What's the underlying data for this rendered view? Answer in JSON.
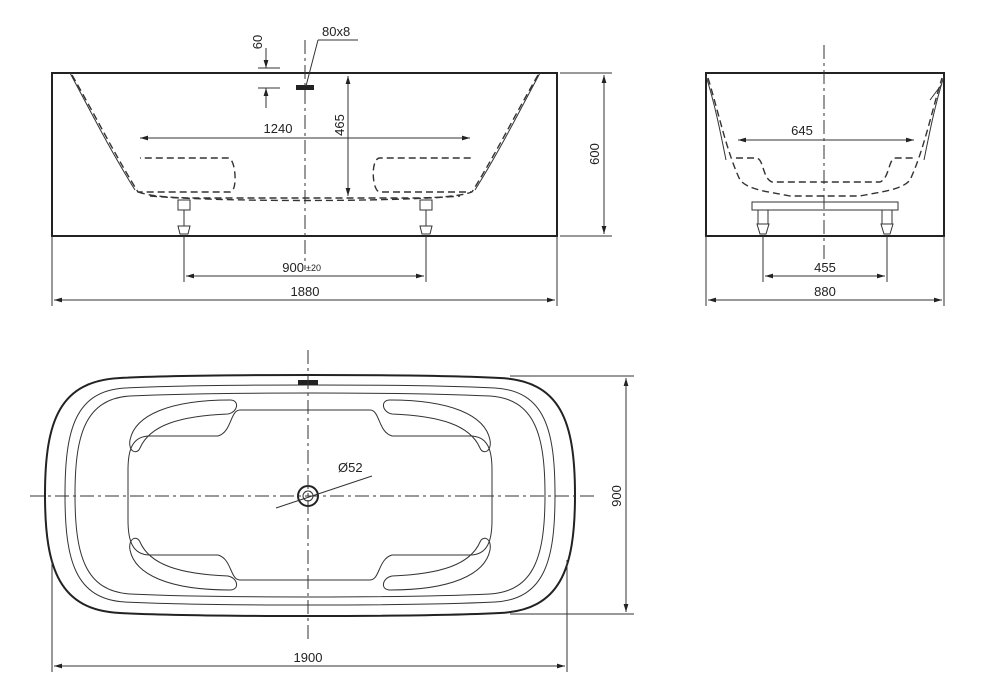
{
  "views": {
    "front": {
      "dimensions": {
        "overflow_height": "60",
        "overflow_size": "80x8",
        "inner_length": "1240",
        "depth": "465",
        "height": "600",
        "feet_spacing": "900",
        "feet_tolerance": "±20",
        "length": "1880"
      }
    },
    "side": {
      "dimensions": {
        "inner_width": "645",
        "feet_spacing": "455",
        "width": "880"
      }
    },
    "top": {
      "dimensions": {
        "drain_diameter": "Ø52",
        "width": "900",
        "length": "1900"
      }
    }
  }
}
